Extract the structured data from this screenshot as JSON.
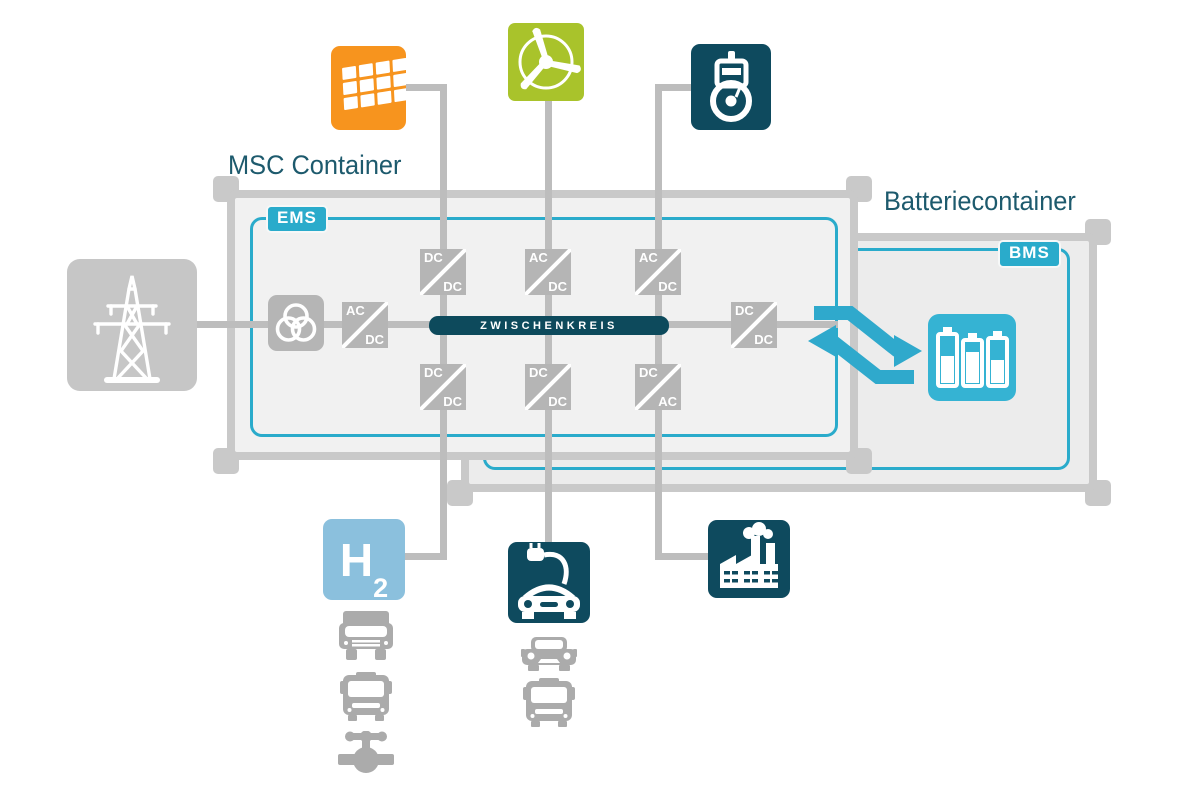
{
  "diagram": {
    "msc_title": "MSC Container",
    "battery_title": "Batteriecontainer",
    "ems_label": "EMS",
    "bms_label": "BMS",
    "dc_link_label": "ZWISCHENKREIS",
    "h2_label": "H",
    "h2_subscript": "2"
  },
  "converters": {
    "grid": {
      "top": "AC",
      "bottom": "DC"
    },
    "top_row": [
      {
        "top": "DC",
        "bottom": "DC"
      },
      {
        "top": "AC",
        "bottom": "DC"
      },
      {
        "top": "AC",
        "bottom": "DC"
      }
    ],
    "bottom_row": [
      {
        "top": "DC",
        "bottom": "DC"
      },
      {
        "top": "DC",
        "bottom": "DC"
      },
      {
        "top": "DC",
        "bottom": "AC"
      }
    ],
    "battery": {
      "top": "DC",
      "bottom": "DC"
    }
  },
  "icons": {
    "sources": [
      "solar-panel",
      "wind-turbine",
      "combustion-engine"
    ],
    "grid": "power-pylon",
    "components": [
      "transformer",
      "dc-link",
      "bidirectional-arrows"
    ],
    "storage": "battery-storage",
    "consumers": [
      "hydrogen-storage",
      "ev-charging",
      "factory"
    ],
    "hydrogen_offtakers": [
      "truck",
      "bus",
      "pipeline-valve"
    ],
    "ev_types": [
      "car",
      "bus"
    ]
  },
  "colors": {
    "solar_orange": "#F7941E",
    "wind_green": "#A9C32B",
    "dark_teal": "#0E4A5E",
    "hydrogen_blue": "#8BC0DD",
    "accent_cyan": "#2AABCB",
    "battery_cyan": "#35B3D3",
    "line_gray": "#BDBDBD",
    "container_gray": "#C9C9C9",
    "icon_gray": "#ABABAB",
    "title_teal": "#1D5A6D"
  }
}
